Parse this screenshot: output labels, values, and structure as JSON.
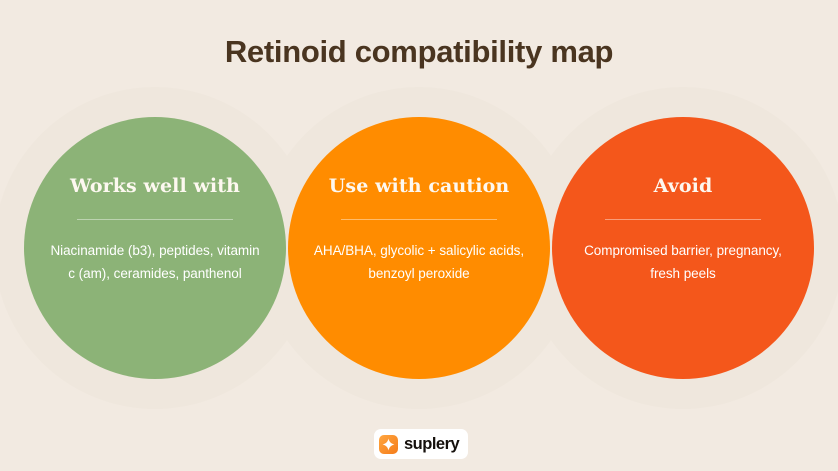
{
  "page": {
    "title": "Retinoid compatibility map",
    "background_color": "#f2eae1",
    "title_color": "#4a3520",
    "backdrop_circle_color": "#efe7dd"
  },
  "columns": [
    {
      "id": "works-well-with",
      "heading": "Works well with",
      "body": "Niacinamide (b3), peptides, vitamin c (am), ceramides, panthenol",
      "color": "#8cb377"
    },
    {
      "id": "use-with-caution",
      "heading": "Use with caution",
      "body": "AHA/BHA, glycolic + salicylic acids, benzoyl peroxide",
      "color": "#ff8c00"
    },
    {
      "id": "avoid",
      "heading": "Avoid",
      "body": "Compromised barrier, pregnancy, fresh peels",
      "color": "#f4571b"
    }
  ],
  "footer": {
    "logo_icon": "suplery-star-icon",
    "brand": "suplery",
    "brand_color": "#15100c",
    "mark_color": "#f57c1a"
  }
}
